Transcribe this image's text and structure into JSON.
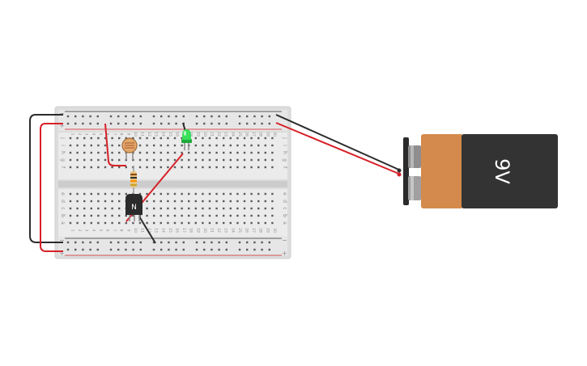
{
  "circuit": {
    "breadboard": {
      "columns": 30,
      "rows_top": [
        "j",
        "i",
        "h",
        "g",
        "f"
      ],
      "rows_bottom": [
        "e",
        "d",
        "c",
        "b",
        "a"
      ],
      "rail_plus": "+",
      "rail_minus": "−"
    },
    "transistor": {
      "label": "N"
    },
    "battery": {
      "label": "9V"
    },
    "colors": {
      "board": "#dcdcdc",
      "board_edge": "#c8c8c8",
      "wire_red": "#d72027",
      "wire_black": "#2b2b2b",
      "led": "#39e05a",
      "battery_body": "#333333",
      "battery_band": "#d48a4c"
    }
  }
}
